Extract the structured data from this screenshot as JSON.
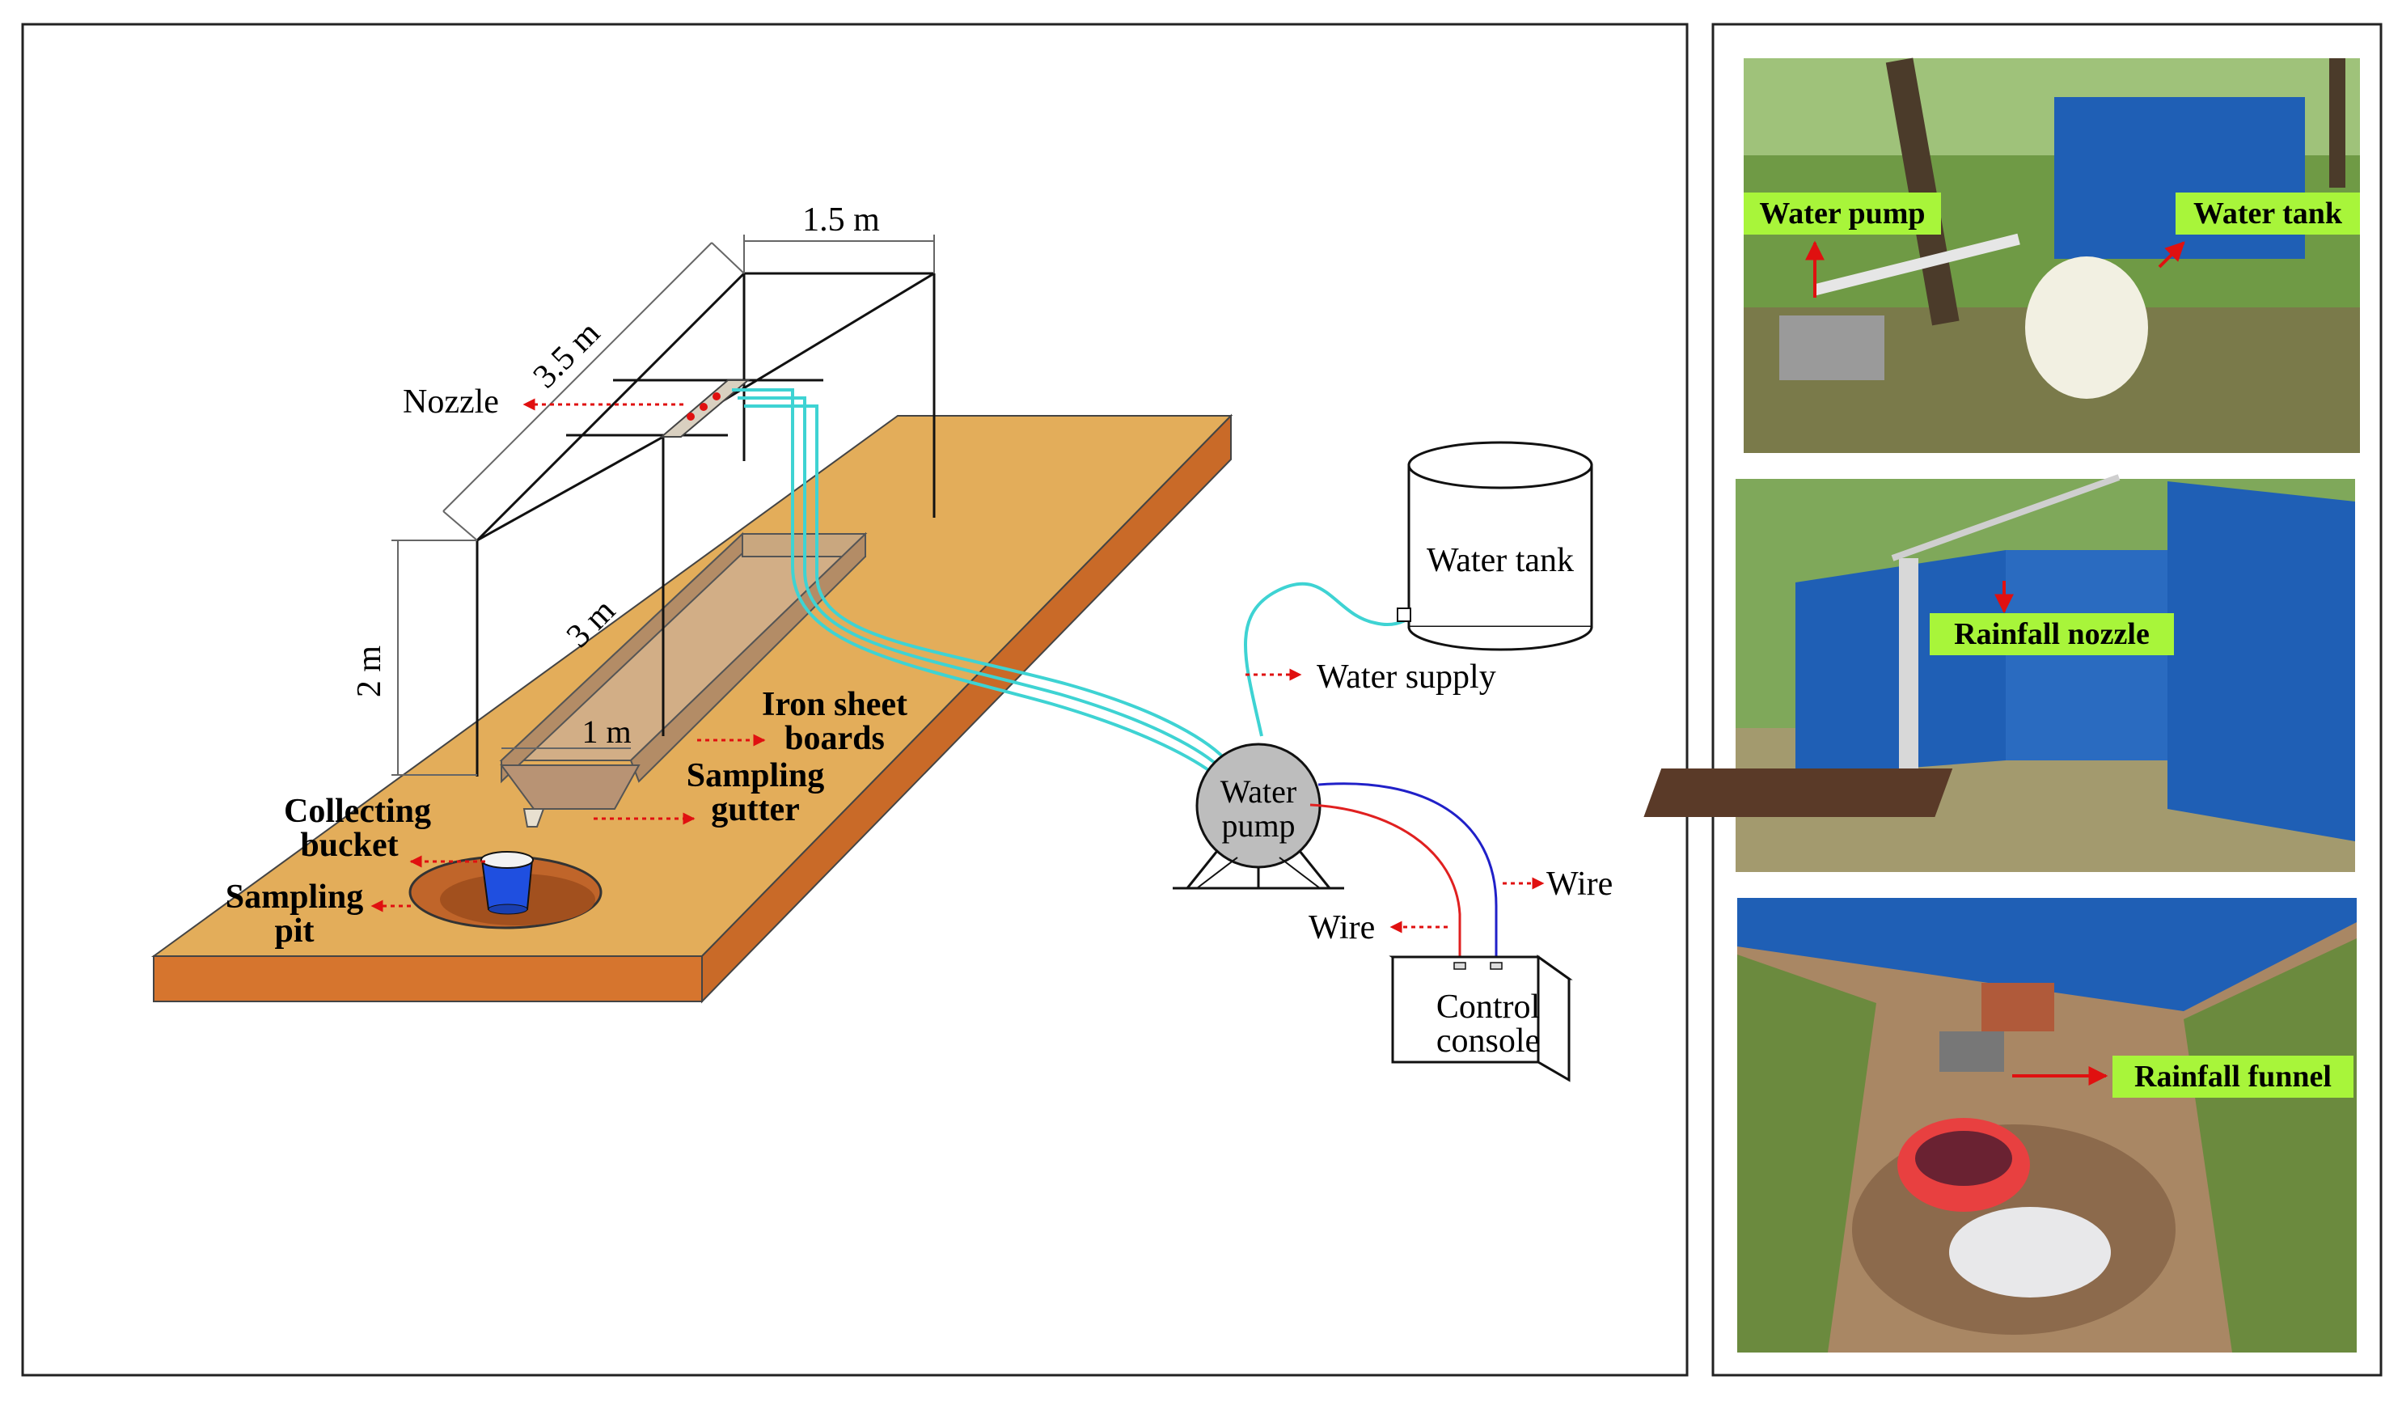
{
  "colors": {
    "soil_top": "#e3ad5a",
    "soil_front": "#d6752e",
    "soil_side": "#c96a28",
    "pipe": "#3ed3d3",
    "wire_red": "#e02020",
    "wire_blue": "#2020c8",
    "arrow_red": "#e01010",
    "label_bg": "#a8f53a",
    "bucket_blue": "#1f4fe0",
    "pump_gray": "#bdbdbd",
    "tarp_blue": "#1f5fb5"
  },
  "diagram": {
    "dim_width": "1.5 m",
    "dim_length": "3.5 m",
    "dim_height": "2 m",
    "dim_plot_length": "3 m",
    "dim_plot_width": "1 m",
    "nozzle": "Nozzle",
    "iron_sheet_line1": "Iron sheet",
    "iron_sheet_line2": "boards",
    "sampling_gutter_line1": "Sampling",
    "sampling_gutter_line2": "gutter",
    "collecting_bucket_line1": "Collecting",
    "collecting_bucket_line2": "bucket",
    "sampling_pit_line1": "Sampling",
    "sampling_pit_line2": "pit",
    "water_tank": "Water tank",
    "water_supply": "Water supply",
    "water_pump_line1": "Water",
    "water_pump_line2": "pump",
    "wire_right": "Wire",
    "wire_left": "Wire",
    "control_console_line1": "Control",
    "control_console_line2": "console"
  },
  "photos": {
    "photo1": {
      "label_pump": "Water pump",
      "label_tank": "Water tank"
    },
    "photo2": {
      "label_nozzle": "Rainfall nozzle"
    },
    "photo3": {
      "label_funnel": "Rainfall funnel"
    }
  }
}
